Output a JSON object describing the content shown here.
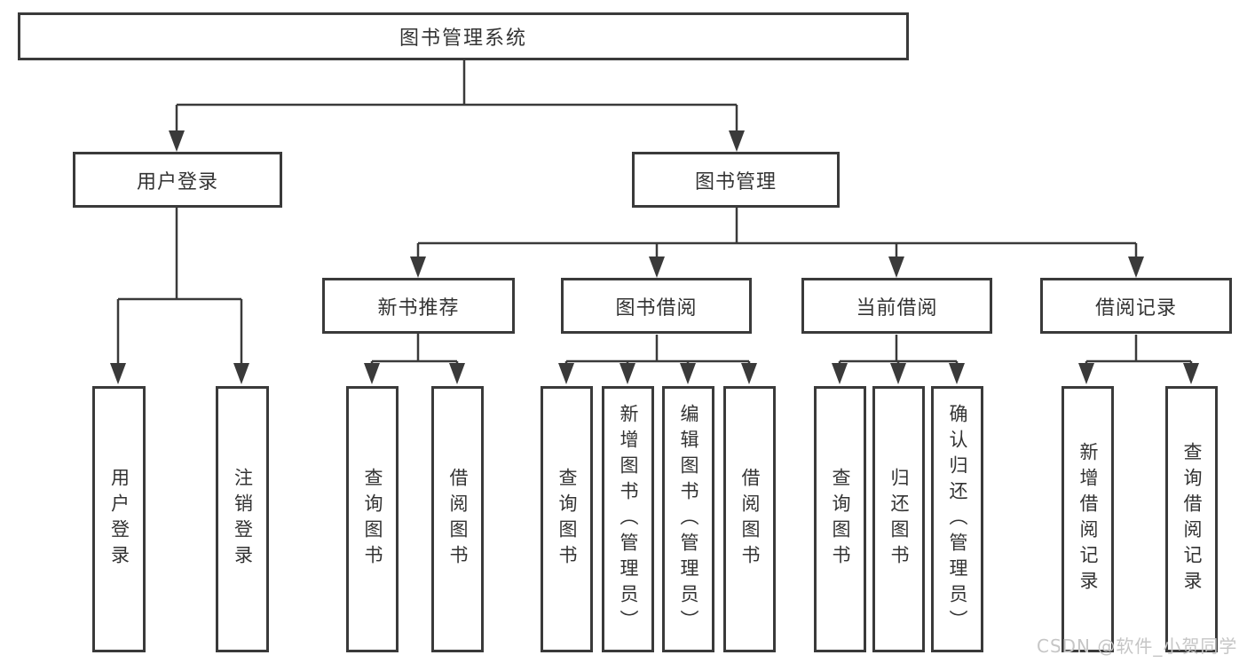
{
  "diagram": {
    "title": "图书管理系统",
    "watermark": "CSDN @软件_小贺同学",
    "colors": {
      "line": "#3a3a3a",
      "box_border": "#3a3a3a",
      "text": "#333333",
      "background": "#ffffff",
      "watermark": "#c6c6c6"
    },
    "tree": {
      "label": "图书管理系统",
      "children": [
        {
          "label": "用户登录",
          "children": [
            {
              "label": "用户登录"
            },
            {
              "label": "注销登录"
            }
          ]
        },
        {
          "label": "图书管理",
          "children": [
            {
              "label": "新书推荐",
              "children": [
                {
                  "label": "查询图书"
                },
                {
                  "label": "借阅图书"
                }
              ]
            },
            {
              "label": "图书借阅",
              "children": [
                {
                  "label": "查询图书"
                },
                {
                  "label": "新增图书（管理员）"
                },
                {
                  "label": "编辑图书（管理员）"
                },
                {
                  "label": "借阅图书"
                }
              ]
            },
            {
              "label": "当前借阅",
              "children": [
                {
                  "label": "查询图书"
                },
                {
                  "label": "归还图书"
                },
                {
                  "label": "确认归还（管理员）"
                }
              ]
            },
            {
              "label": "借阅记录",
              "children": [
                {
                  "label": "新增借阅记录"
                },
                {
                  "label": "查询借阅记录"
                }
              ]
            }
          ]
        }
      ]
    }
  }
}
